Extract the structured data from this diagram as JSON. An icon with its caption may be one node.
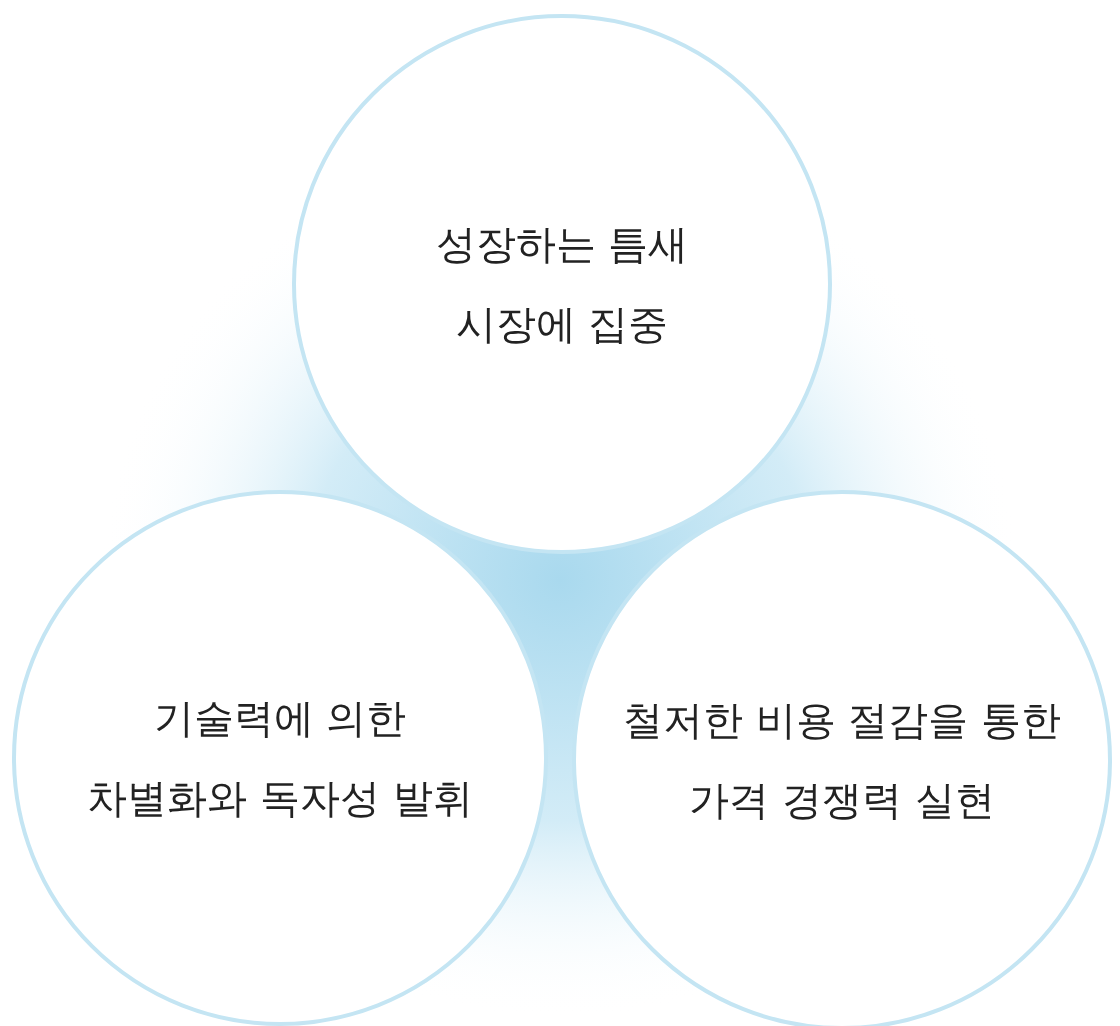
{
  "diagram": {
    "nodes": [
      {
        "text": [
          "성장하는 틈새 시장에 집중"
        ]
      },
      {
        "text": [
          "기술력에 의한 차별화와 독자성 발휘"
        ]
      },
      {
        "text": [
          "철저한 비용 절감을 통한 가격 경쟁력 실현"
        ]
      }
    ]
  }
}
